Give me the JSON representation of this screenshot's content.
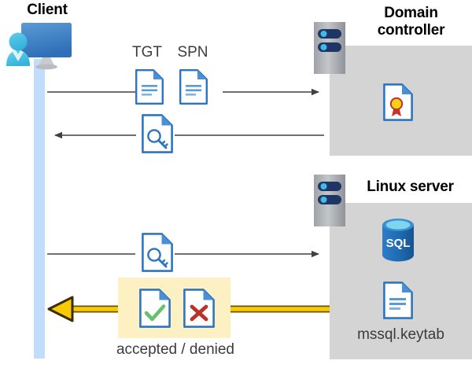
{
  "diagram": {
    "title": "Kerberos authentication flow between client, domain controller and Linux server",
    "type": "sequence-diagram"
  },
  "actors": {
    "client": {
      "label": "Client",
      "icon": "client-workstation-user-icon",
      "lifeline_color": "#c2ddfb"
    },
    "domain_controller": {
      "label_line1": "Domain",
      "label_line2": "controller",
      "icon": "server-rack-icon",
      "panel_color": "#d4d4d4",
      "contents": [
        {
          "icon": "certificate-document-icon",
          "label": ""
        }
      ]
    },
    "linux_server": {
      "label": "Linux server",
      "icon": "server-rack-icon",
      "panel_color": "#d4d4d4",
      "contents": [
        {
          "icon": "sql-database-icon",
          "label": "SQL"
        },
        {
          "icon": "keytab-document-icon",
          "label": "mssql.keytab"
        }
      ]
    }
  },
  "messages": [
    {
      "id": "request-tgt-spn",
      "direction": "client-to-domain-controller",
      "artifacts": [
        {
          "icon": "document-icon",
          "label": "TGT"
        },
        {
          "icon": "document-icon",
          "label": "SPN"
        }
      ],
      "line_color": "#404040"
    },
    {
      "id": "service-ticket-response",
      "direction": "domain-controller-to-client",
      "artifacts": [
        {
          "icon": "key-document-icon",
          "label": ""
        }
      ],
      "line_color": "#404040"
    },
    {
      "id": "present-service-ticket",
      "direction": "client-to-linux-server",
      "artifacts": [
        {
          "icon": "key-document-icon",
          "label": ""
        }
      ],
      "line_color": "#404040"
    },
    {
      "id": "auth-result",
      "direction": "linux-server-to-client",
      "artifacts": [
        {
          "icon": "accepted-document-icon",
          "label": ""
        },
        {
          "icon": "denied-document-icon",
          "label": ""
        }
      ],
      "caption": "accepted / denied",
      "line_color": "#f5c400",
      "highlight_color": "#fdf0c2"
    }
  ],
  "colors": {
    "panel_gray": "#d4d4d4",
    "lifeline_blue": "#c2ddfb",
    "arrow_dark": "#404040",
    "arrow_gold": "#f7cb00",
    "highlight_yellow": "#fdf0c2",
    "doc_border_blue": "#2e75c0",
    "accent_green": "#5cc05c",
    "accent_red": "#c0392b",
    "sql_blue": "#1f6cb5",
    "seal_gold": "#f7d117"
  }
}
